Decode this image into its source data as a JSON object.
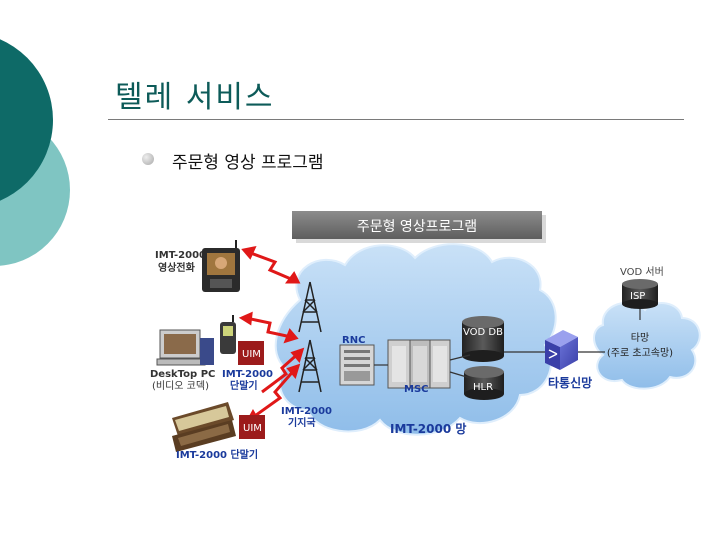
{
  "slide": {
    "title": "텔레 서비스",
    "bullet": "주문형 영상 프로그램"
  },
  "diagram": {
    "banner": "주문형 영상프로그램",
    "labels": {
      "imt_video_phone": [
        "IMT-2000",
        "영상전화"
      ],
      "desktop_pc": [
        "DeskTop PC",
        "(비디오 코덱)"
      ],
      "imt_terminal_mid": [
        "IMT-2000",
        "단말기"
      ],
      "uim_1": "UIM",
      "uim_2": "UIM",
      "imt_terminal_bottom": "IMT-2000 단말기",
      "base_station": [
        "IMT-2000",
        "기지국"
      ],
      "rnc": "RNC",
      "msc": "MSC",
      "vod_db": "VOD DB",
      "hlr": "HLR",
      "imt_network": "IMT-2000 망",
      "other_network": "타통신망",
      "vod_server": "VOD 서버",
      "isp": "ISP",
      "external_network": [
        "타망",
        "(주로 초고속망)"
      ]
    }
  },
  "colors": {
    "teal_dark": "#0e6a67",
    "teal_light": "#7fc5c2",
    "cloud": "#a8cdf0",
    "arrow": "#e01818",
    "label_blue": "#1a3a9c",
    "label_dark": "#222222"
  }
}
